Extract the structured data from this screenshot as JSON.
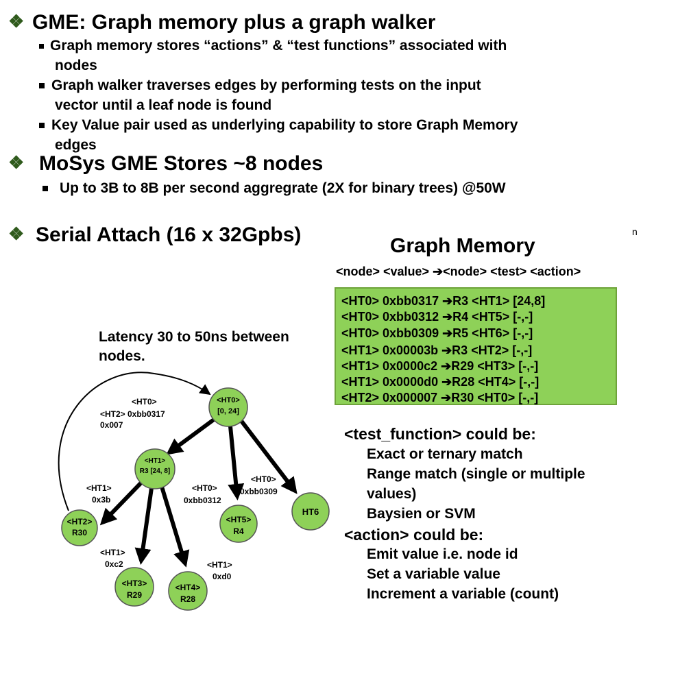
{
  "bullets": {
    "title": "GME: Graph memory plus a graph walker",
    "sub1_line1": "Graph memory stores “actions” & “test functions” associated with",
    "sub1_line2": "nodes",
    "sub2_line1": "Graph walker traverses edges by performing tests on the input",
    "sub2_line2": "vector until a leaf node is found",
    "sub3_line1": "Key Value pair used as underlying capability to store Graph Memory",
    "sub3_line2": "edges",
    "mosys": "MoSys GME Stores ~8 nodes",
    "mosys_sub": "Up to 3B to 8B per second aggregrate (2X for binary trees) @50W",
    "serial": "Serial Attach (16 x 32Gpbs)",
    "diamond_glyph": "❖",
    "stray_text": "n"
  },
  "graph_memory": {
    "title": "Graph Memory",
    "header": "<node> <value> ➔<node> <test> <action>",
    "rows": [
      "<HT0> 0xbb0317 ➔R3   <HT1> [24,8]",
      "<HT0>  0xbb0312 ➔R4   <HT5> [-,-]",
      "<HT0>  0xbb0309  ➔R5    <HT6> [-,-]",
      "<HT1> 0x00003b ➔R3   <HT2> [-,-]",
      "<HT1> 0x0000c2  ➔R29 <HT3> [-,-]",
      "<HT1> 0x0000d0  ➔R28 <HT4> [-,-]",
      "<HT2> 0x000007  ➔R30 <HT0> [-,-]"
    ],
    "colors": {
      "table_fill": "#8ed158",
      "node_fill": "#8ed158"
    }
  },
  "latency": {
    "line1": "Latency 30 to 50ns between",
    "line2": "nodes."
  },
  "functions": {
    "test_header": "<test_function> could be:",
    "test_items": [
      "Exact or ternary match",
      "Range match (single or multiple",
      "values)",
      "Baysien or SVM"
    ],
    "action_header": "<action> could be:",
    "action_items": [
      "Emit value i.e. node id",
      "Set a variable value",
      "Increment a variable (count)"
    ]
  },
  "graph": {
    "nodes": {
      "ht0": [
        "<HT0>",
        "[0, 24]"
      ],
      "ht1": [
        "<HT1>",
        "R3 [24, 8]"
      ],
      "ht2": [
        "<HT2>",
        "R30"
      ],
      "ht3": [
        "<HT3>",
        "R29"
      ],
      "ht4": [
        "<HT4>",
        "R28"
      ],
      "ht5": [
        "<HT5>",
        "R4"
      ],
      "ht6": [
        "HT6"
      ]
    },
    "edge_labels": {
      "e_ht2_ht0": [
        "<HT2>",
        "0x007"
      ],
      "e_top": [
        "<HT0>",
        "0xbb0317"
      ],
      "e_ht1_ht2": [
        "<HT1>",
        "0x3b"
      ],
      "e_ht0_ht5": [
        "<HT0>",
        "0xbb0312"
      ],
      "e_ht0_ht6": [
        "<HT0>",
        "0xbb0309"
      ],
      "e_ht1_ht3": [
        "<HT1>",
        "0xc2"
      ],
      "e_ht1_ht4": [
        "<HT1>",
        "0xd0"
      ]
    }
  }
}
